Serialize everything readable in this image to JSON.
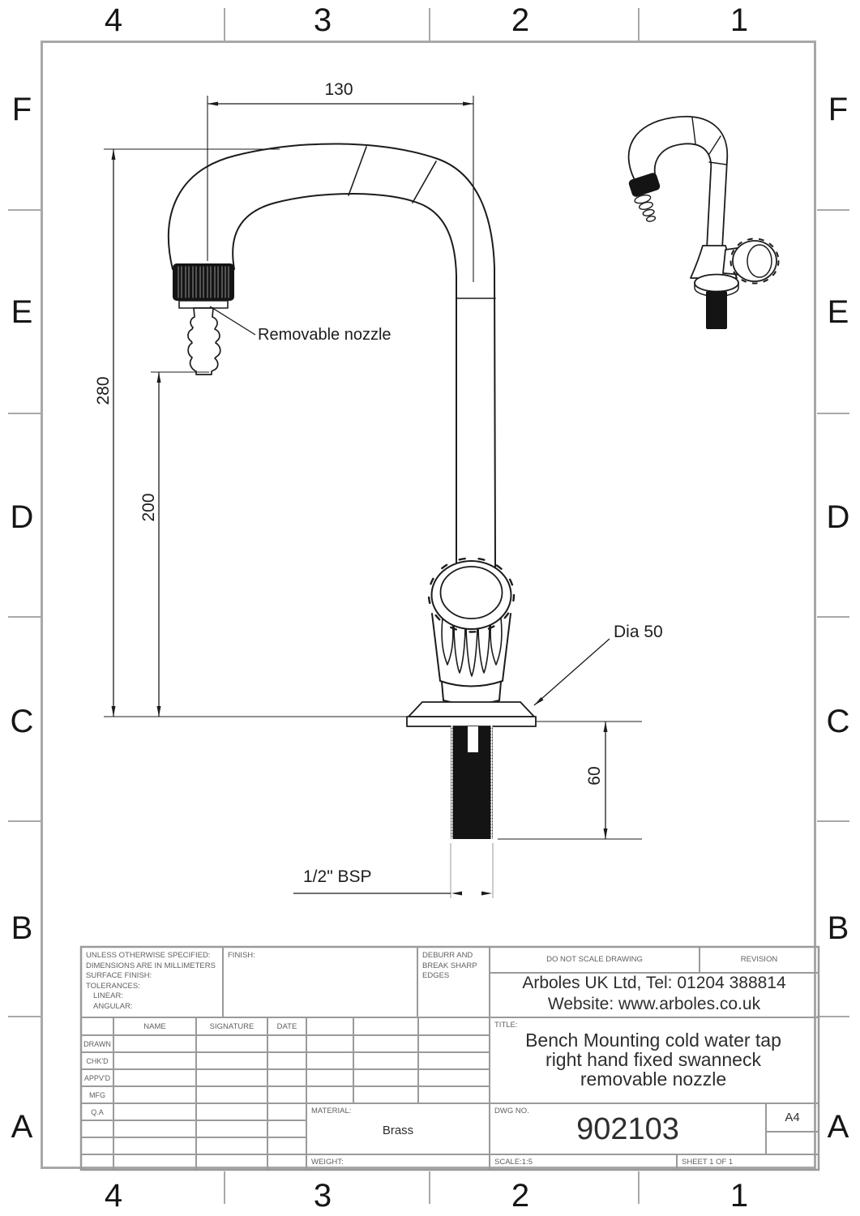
{
  "zones": {
    "columns": [
      "4",
      "3",
      "2",
      "1"
    ],
    "rows": [
      "F",
      "E",
      "D",
      "C",
      "B",
      "A"
    ]
  },
  "annotations": {
    "dim_width": "130",
    "dim_height_total": "280",
    "dim_height_nozzle": "200",
    "dim_thread_length": "60",
    "flange_dia": "Dia 50",
    "thread_spec": "1/2\" BSP",
    "nozzle_note": "Removable nozzle"
  },
  "title_block": {
    "spec_notes": [
      "UNLESS OTHERWISE SPECIFIED:",
      "DIMENSIONS ARE IN MILLIMETERS",
      "SURFACE FINISH:",
      "TOLERANCES:",
      "LINEAR:",
      "ANGULAR:"
    ],
    "finish_label": "FINISH:",
    "deburr_note": [
      "DEBURR AND",
      "BREAK SHARP",
      "EDGES"
    ],
    "do_not_scale": "DO NOT SCALE DRAWING",
    "revision_label": "REVISION",
    "company": {
      "line1": "Arboles UK Ltd, Tel: 01204 388814",
      "line2": "Website: www.arboles.co.uk"
    },
    "approval_table": {
      "headers": [
        "NAME",
        "SIGNATURE",
        "DATE"
      ],
      "row_labels": [
        "DRAWN",
        "CHK'D",
        "APPV'D",
        "MFG",
        "Q.A"
      ]
    },
    "title_label": "TITLE:",
    "title_lines": [
      "Bench Mounting cold water tap",
      "right hand fixed swanneck",
      "removable nozzle"
    ],
    "material_label": "MATERIAL:",
    "material_value": "Brass",
    "weight_label": "WEIGHT:",
    "dwg_no_label": "DWG NO.",
    "dwg_no": "902103",
    "paper_size": "A4",
    "scale_label": "SCALE:1:5",
    "sheet_label": "SHEET 1 OF 1"
  },
  "colors": {
    "drawing_line": "#1c1c1c",
    "frame_line": "#a8a8a8",
    "grid_line": "#9a9a9a",
    "label_text": "#5f5f5f",
    "dark_text": "#2e2e2e"
  }
}
